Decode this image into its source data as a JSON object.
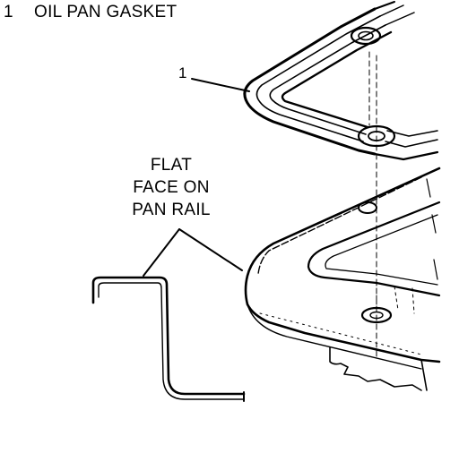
{
  "legend": {
    "items": [
      {
        "number": "1",
        "label": "OIL PAN GASKET"
      }
    ]
  },
  "callouts": {
    "gasket_number": "1",
    "flat_face_lines": [
      "FLAT",
      "FACE ON",
      "PAN RAIL"
    ]
  }
}
